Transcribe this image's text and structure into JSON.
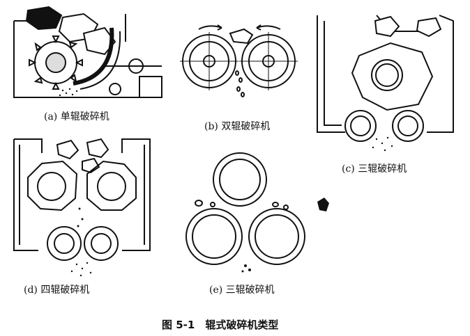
{
  "figure": {
    "title": "图 5-1　辊式破碎机类型",
    "panels": [
      {
        "id": "a",
        "caption": "(a) 单辊破碎机"
      },
      {
        "id": "b",
        "caption": "(b) 双辊破碎机"
      },
      {
        "id": "c",
        "caption": "(c) 三辊破碎机"
      },
      {
        "id": "d",
        "caption": "(d) 四辊破碎机"
      },
      {
        "id": "e",
        "caption": "(e) 三辊破碎机"
      }
    ]
  },
  "colors": {
    "ink": "#111111",
    "paper": "#ffffff"
  }
}
